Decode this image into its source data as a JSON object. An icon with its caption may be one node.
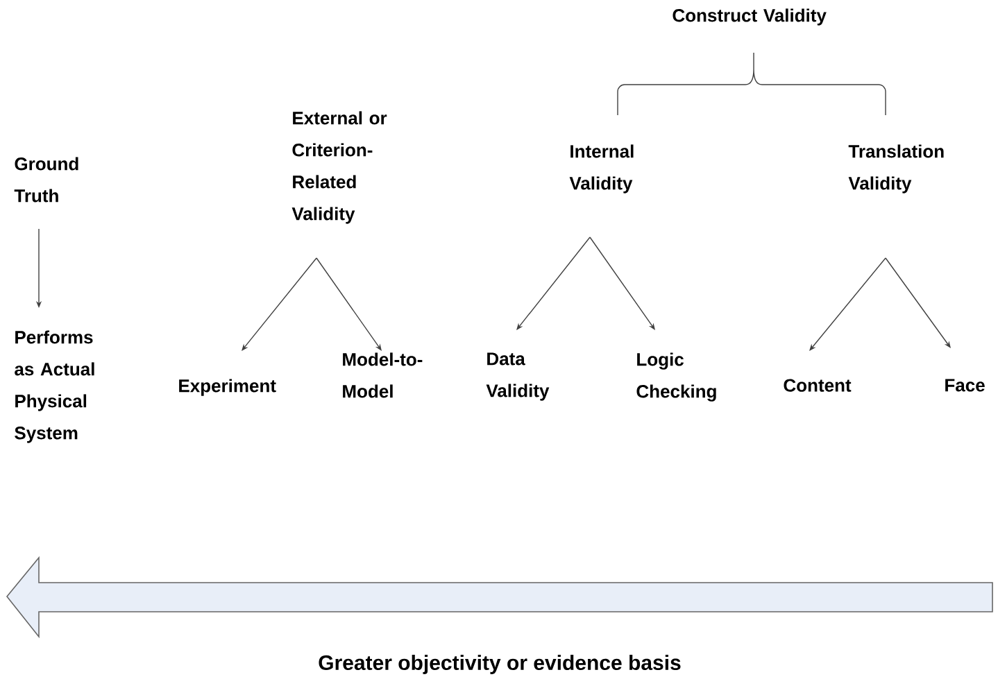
{
  "diagram": {
    "nodes": [
      {
        "text": [
          "Ground Truth"
        ]
      },
      {
        "text": [
          "Performs as Actual Physical System"
        ]
      },
      {
        "text": [
          "External or Criterion-Related Validity"
        ]
      },
      {
        "text": [
          "Experiment"
        ]
      },
      {
        "text": [
          "Model-to-Model"
        ]
      },
      {
        "text": [
          "Construct Validity"
        ]
      },
      {
        "text": [
          "Internal Validity"
        ]
      },
      {
        "text": [
          "Data Validity"
        ]
      },
      {
        "text": [
          "Logic Checking"
        ]
      },
      {
        "text": [
          "Translation Validity"
        ]
      },
      {
        "text": [
          "Content"
        ]
      },
      {
        "text": [
          "Face"
        ]
      }
    ],
    "edges": [
      {
        "from": 0,
        "to": 1,
        "arrow": "to"
      },
      {
        "from": 2,
        "to": 3,
        "arrow": "to"
      },
      {
        "from": 2,
        "to": 4,
        "arrow": "to"
      },
      {
        "from": 6,
        "to": 7,
        "arrow": "to"
      },
      {
        "from": 6,
        "to": 8,
        "arrow": "to"
      },
      {
        "from": 9,
        "to": 10,
        "arrow": "to"
      },
      {
        "from": 9,
        "to": 11,
        "arrow": "to"
      }
    ],
    "labels": [
      "Greater objectivity or evidence basis"
    ]
  }
}
